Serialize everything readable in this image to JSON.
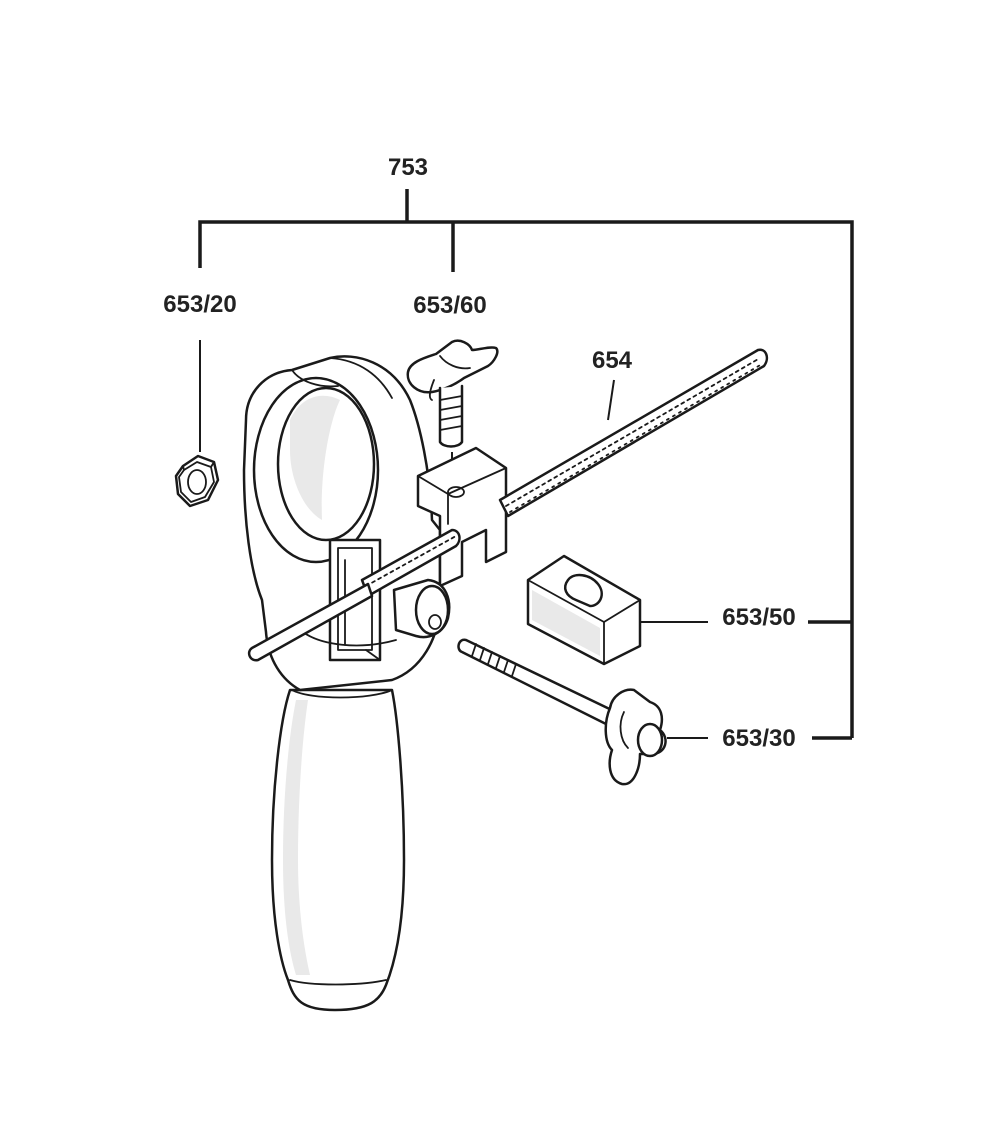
{
  "diagram": {
    "labels": {
      "assembly": "753",
      "nut": "653/20",
      "wing_screw": "653/60",
      "depth_rod": "654",
      "clamp_block": "653/50",
      "clamp_screw": "653/30"
    }
  }
}
